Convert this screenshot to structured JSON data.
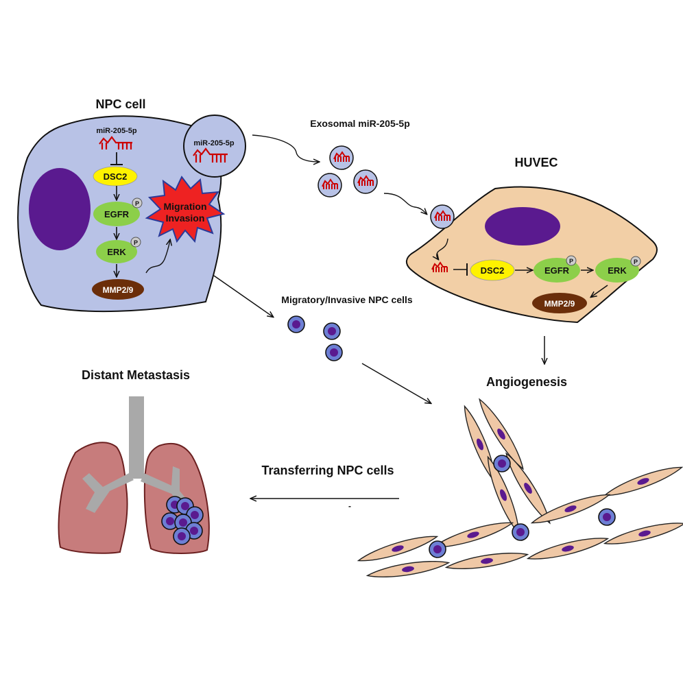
{
  "labels": {
    "npc_cell": "NPC cell",
    "mir_inside": "miR-205-5p",
    "mir_vesicle": "miR-205-5p",
    "exosomal": "Exosomal miR-205-5p",
    "huvec": "HUVEC",
    "migratory": "Migratory/Invasive  NPC cells",
    "angiogenesis": "Angiogenesis",
    "distant": "Distant Metastasis",
    "transferring": "Transferring NPC cells",
    "dash": "-"
  },
  "npc_pathway": {
    "dsc2": "DSC2",
    "egfr": "EGFR",
    "erk": "ERK",
    "mmp": "MMP2/9",
    "phospho": "P",
    "burst_line1": "Migration",
    "burst_line2": "Invasion"
  },
  "huvec_pathway": {
    "dsc2": "DSC2",
    "egfr": "EGFR",
    "erk": "ERK",
    "mmp": "MMP2/9",
    "phospho": "P"
  },
  "colors": {
    "npc_cytoplasm": "#b8c2e6",
    "huvec_cytoplasm": "#f2cfa6",
    "nucleus": "#5a1a8f",
    "dsc2": "#fff200",
    "kinase": "#8ccf4a",
    "mmp": "#6b2e0a",
    "mirna": "#cc0000",
    "burst": "#ee2222",
    "lung": "#c77c7c",
    "trachea": "#a9a9a9"
  }
}
